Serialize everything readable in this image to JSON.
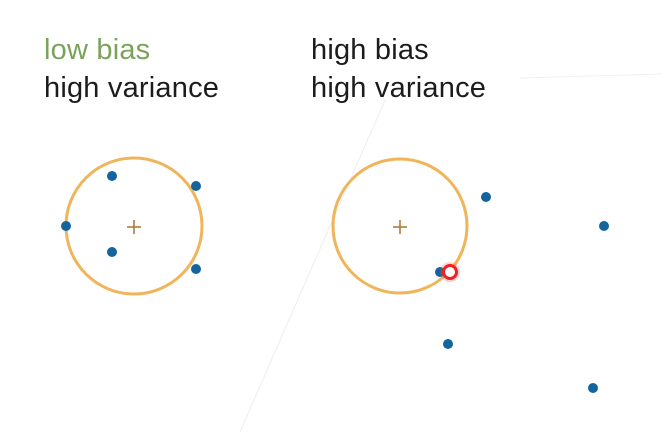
{
  "panels": {
    "left": {
      "bias_text": "low bias",
      "variance_text": "high variance"
    },
    "right": {
      "bias_text": "high bias",
      "variance_text": "high variance"
    }
  },
  "colors": {
    "accent_green": "#7aa35a",
    "text": "#1c1c1c",
    "target_ring": "#f0b55a",
    "target_center": "#b07b3a",
    "point": "#14659e",
    "cursor_red": "#ee2222"
  },
  "icons": {
    "center_marker": "plus-icon",
    "cursor": "red-ring-cursor-icon"
  }
}
